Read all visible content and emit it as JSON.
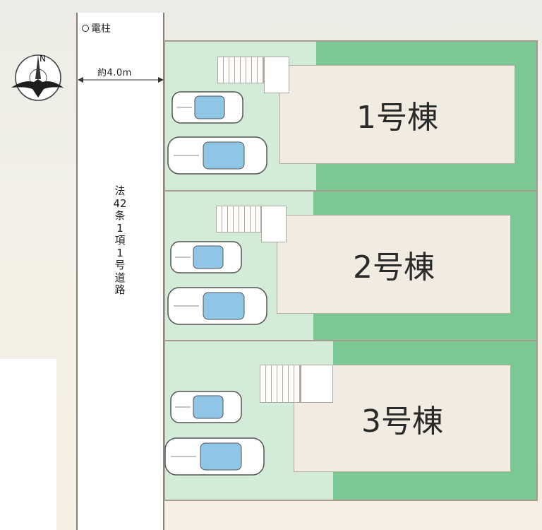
{
  "utility_pole": {
    "label": "電柱"
  },
  "road": {
    "width_label": "約4.0m",
    "name": "法42条1項1号道路"
  },
  "compass": {
    "north": "N"
  },
  "buildings": [
    {
      "label": "1号棟"
    },
    {
      "label": "2号棟"
    },
    {
      "label": "3号棟"
    }
  ],
  "colors": {
    "lot_light": "#d2ecd8",
    "lot_dark": "#7cc894",
    "building": "#f1ebe1",
    "boundary": "#a99a90",
    "car_glass": "#8fc6e6"
  }
}
